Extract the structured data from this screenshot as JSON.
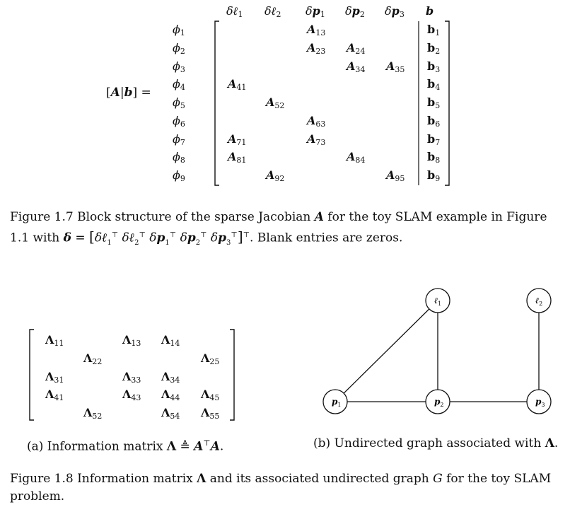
{
  "fig17": {
    "lhs": "[A|b] =",
    "col_headers": [
      {
        "sym": "δℓ",
        "sub": "1"
      },
      {
        "sym": "δℓ",
        "sub": "2"
      },
      {
        "sym": "δp",
        "sub": "1"
      },
      {
        "sym": "δp",
        "sub": "2"
      },
      {
        "sym": "δp",
        "sub": "3"
      },
      {
        "sym": "b",
        "sub": ""
      }
    ],
    "row_headers": [
      {
        "sym": "ϕ",
        "sub": "1"
      },
      {
        "sym": "ϕ",
        "sub": "2"
      },
      {
        "sym": "ϕ",
        "sub": "3"
      },
      {
        "sym": "ϕ",
        "sub": "4"
      },
      {
        "sym": "ϕ",
        "sub": "5"
      },
      {
        "sym": "ϕ",
        "sub": "6"
      },
      {
        "sym": "ϕ",
        "sub": "7"
      },
      {
        "sym": "ϕ",
        "sub": "8"
      },
      {
        "sym": "ϕ",
        "sub": "9"
      }
    ],
    "entries": [
      {
        "row": 0,
        "col": 2,
        "sym": "A",
        "sub": "13"
      },
      {
        "row": 1,
        "col": 2,
        "sym": "A",
        "sub": "23"
      },
      {
        "row": 1,
        "col": 3,
        "sym": "A",
        "sub": "24"
      },
      {
        "row": 2,
        "col": 3,
        "sym": "A",
        "sub": "34"
      },
      {
        "row": 2,
        "col": 4,
        "sym": "A",
        "sub": "35"
      },
      {
        "row": 3,
        "col": 0,
        "sym": "A",
        "sub": "41"
      },
      {
        "row": 4,
        "col": 1,
        "sym": "A",
        "sub": "52"
      },
      {
        "row": 5,
        "col": 2,
        "sym": "A",
        "sub": "63"
      },
      {
        "row": 6,
        "col": 0,
        "sym": "A",
        "sub": "71"
      },
      {
        "row": 6,
        "col": 2,
        "sym": "A",
        "sub": "73"
      },
      {
        "row": 7,
        "col": 0,
        "sym": "A",
        "sub": "81"
      },
      {
        "row": 7,
        "col": 3,
        "sym": "A",
        "sub": "84"
      },
      {
        "row": 8,
        "col": 1,
        "sym": "A",
        "sub": "92"
      },
      {
        "row": 8,
        "col": 4,
        "sym": "A",
        "sub": "95"
      }
    ],
    "b_entries": [
      {
        "sym": "b",
        "sub": "1"
      },
      {
        "sym": "b",
        "sub": "2"
      },
      {
        "sym": "b",
        "sub": "3"
      },
      {
        "sym": "b",
        "sub": "4"
      },
      {
        "sym": "b",
        "sub": "5"
      },
      {
        "sym": "b",
        "sub": "6"
      },
      {
        "sym": "b",
        "sub": "7"
      },
      {
        "sym": "b",
        "sub": "8"
      },
      {
        "sym": "b",
        "sub": "9"
      }
    ],
    "caption_line1": "Figure 1.7 Block structure of the sparse Jacobian A for the toy SLAM example in Figure",
    "caption_line2": "1.1 with δ = [δℓ₁ᵀ δℓ₂ᵀ δp₁ᵀ δp₂ᵀ δp₃ᵀ]ᵀ. Blank entries are zeros."
  },
  "fig18": {
    "matrix_entries": [
      {
        "row": 0,
        "col": 0,
        "sym": "Λ",
        "sub": "11"
      },
      {
        "row": 0,
        "col": 2,
        "sym": "Λ",
        "sub": "13"
      },
      {
        "row": 0,
        "col": 3,
        "sym": "Λ",
        "sub": "14"
      },
      {
        "row": 1,
        "col": 1,
        "sym": "Λ",
        "sub": "22"
      },
      {
        "row": 1,
        "col": 4,
        "sym": "Λ",
        "sub": "25"
      },
      {
        "row": 2,
        "col": 0,
        "sym": "Λ",
        "sub": "31"
      },
      {
        "row": 2,
        "col": 2,
        "sym": "Λ",
        "sub": "33"
      },
      {
        "row": 2,
        "col": 3,
        "sym": "Λ",
        "sub": "34"
      },
      {
        "row": 3,
        "col": 0,
        "sym": "Λ",
        "sub": "41"
      },
      {
        "row": 3,
        "col": 2,
        "sym": "Λ",
        "sub": "43"
      },
      {
        "row": 3,
        "col": 3,
        "sym": "Λ",
        "sub": "44"
      },
      {
        "row": 3,
        "col": 4,
        "sym": "Λ",
        "sub": "45"
      },
      {
        "row": 4,
        "col": 1,
        "sym": "Λ",
        "sub": "52"
      },
      {
        "row": 4,
        "col": 3,
        "sym": "Λ",
        "sub": "54"
      },
      {
        "row": 4,
        "col": 4,
        "sym": "Λ",
        "sub": "55"
      }
    ],
    "nodes": [
      {
        "id": "l1",
        "label": "ℓ",
        "sub": "1"
      },
      {
        "id": "l2",
        "label": "ℓ",
        "sub": "2"
      },
      {
        "id": "p1",
        "label": "p",
        "sub": "1"
      },
      {
        "id": "p2",
        "label": "p",
        "sub": "2"
      },
      {
        "id": "p3",
        "label": "p",
        "sub": "3"
      }
    ],
    "edges": [
      [
        "p1",
        "l1"
      ],
      [
        "l1",
        "p2"
      ],
      [
        "p1",
        "p2"
      ],
      [
        "p2",
        "p3"
      ],
      [
        "l2",
        "p3"
      ]
    ],
    "subcaption_a": "(a) Information matrix Λ ≜ AᵀA.",
    "subcaption_b": "(b) Undirected graph associated with Λ.",
    "caption_line1": "Figure 1.8 Information matrix Λ and its associated undirected graph G for the toy SLAM",
    "caption_line2": "problem."
  }
}
